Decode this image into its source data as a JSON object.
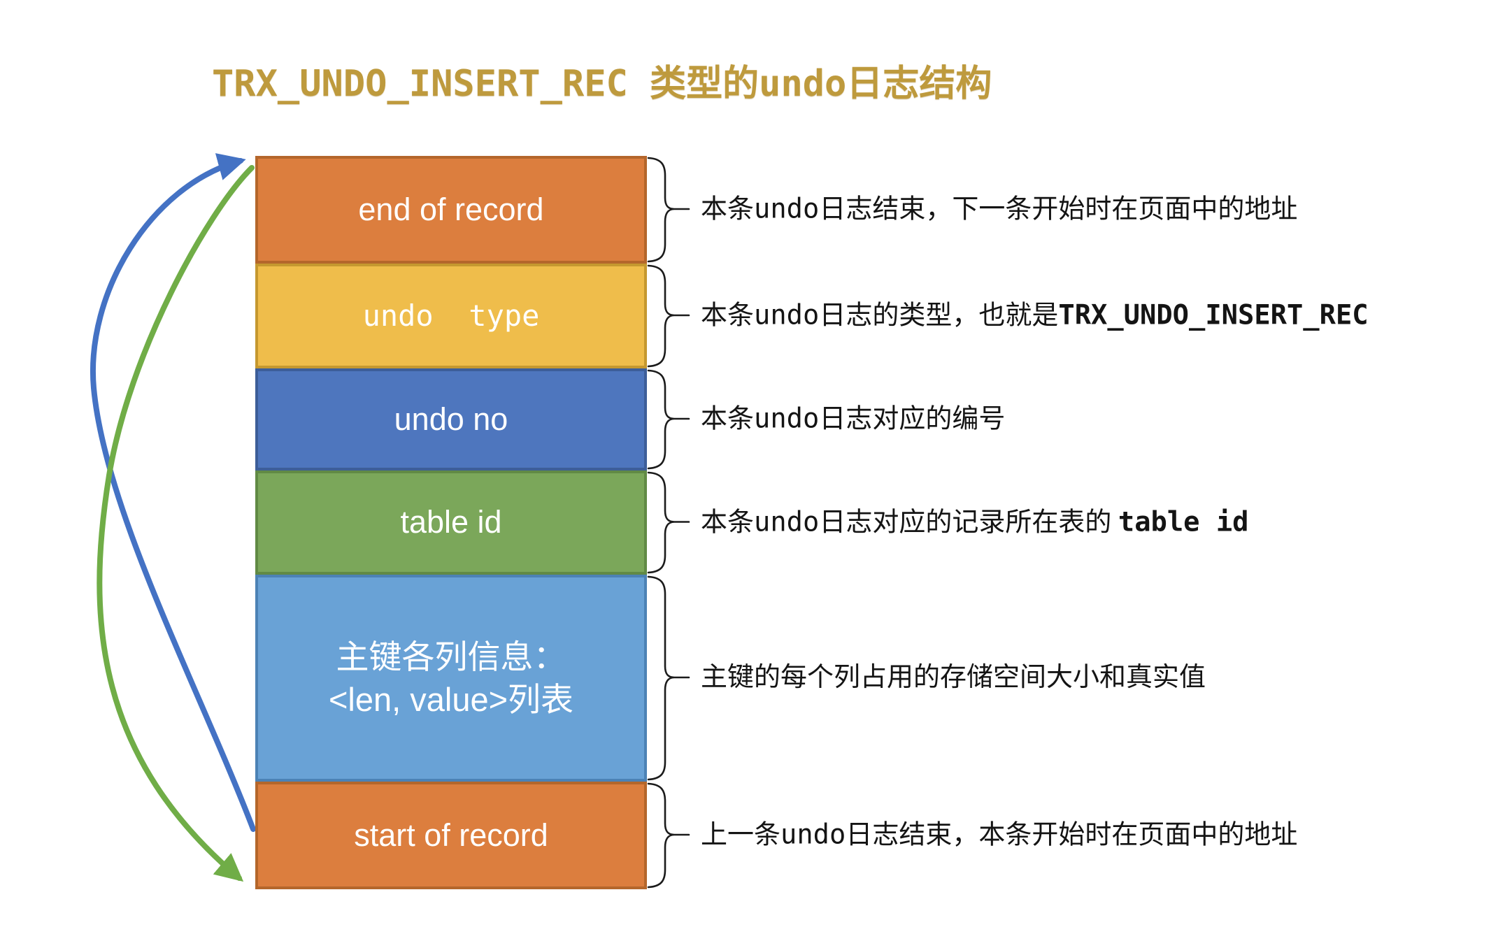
{
  "title": {
    "text": "TRX_UNDO_INSERT_REC 类型的undo日志结构",
    "color": "#BE9A3D"
  },
  "colors": {
    "brace": "#1b1b1b",
    "annotation_text": "#141414",
    "box_label_text": "#ffffff"
  },
  "arrows": [
    {
      "name": "arrow-to-end-of-record",
      "color": "#4472C4",
      "from": "start of record",
      "to": "end of record"
    },
    {
      "name": "arrow-to-start-of-record",
      "color": "#70AD47",
      "from": "end of record",
      "to": "start of record"
    }
  ],
  "rows": [
    {
      "name": "end-of-record",
      "label": "end of record",
      "label_mono": false,
      "fill": "#DC7E3E",
      "border": "#B4662B",
      "annotation": [
        {
          "text": "本条"
        },
        {
          "text": "undo",
          "mono": true
        },
        {
          "text": "日志结束，下一条开始时在页面中的地址"
        }
      ]
    },
    {
      "name": "undo-type",
      "label": "undo  type",
      "label_mono": true,
      "fill": "#EFBD4B",
      "border": "#C5982F",
      "annotation": [
        {
          "text": "本条"
        },
        {
          "text": "undo",
          "mono": true
        },
        {
          "text": "日志的类型，也就是"
        },
        {
          "text": "TRX_UNDO_INSERT_REC",
          "mono": true,
          "bold": true
        }
      ]
    },
    {
      "name": "undo-no",
      "label": "undo no",
      "label_mono": false,
      "fill": "#4E76BE",
      "border": "#3D5E99",
      "annotation": [
        {
          "text": "本条"
        },
        {
          "text": "undo",
          "mono": true
        },
        {
          "text": "日志对应的编号"
        }
      ]
    },
    {
      "name": "table-id",
      "label": "table id",
      "label_mono": false,
      "fill": "#7BA75A",
      "border": "#618A45",
      "annotation": [
        {
          "text": "本条"
        },
        {
          "text": "undo",
          "mono": true
        },
        {
          "text": "日志对应的记录所在表的 "
        },
        {
          "text": "table id",
          "mono": true,
          "bold": true
        }
      ]
    },
    {
      "name": "primary-key-columns",
      "label": "主键各列信息：\n<len, value>列表",
      "label_mono": false,
      "multiline": true,
      "fill": "#69A2D6",
      "border": "#4C82B5",
      "annotation": [
        {
          "text": "主键的每个列占用的存储空间大小和真实值"
        }
      ]
    },
    {
      "name": "start-of-record",
      "label": "start of record",
      "label_mono": false,
      "fill": "#DC7E3E",
      "border": "#B4662B",
      "annotation": [
        {
          "text": "上一条"
        },
        {
          "text": "undo",
          "mono": true
        },
        {
          "text": "日志结束，本条开始时在页面中的地址"
        }
      ]
    }
  ]
}
